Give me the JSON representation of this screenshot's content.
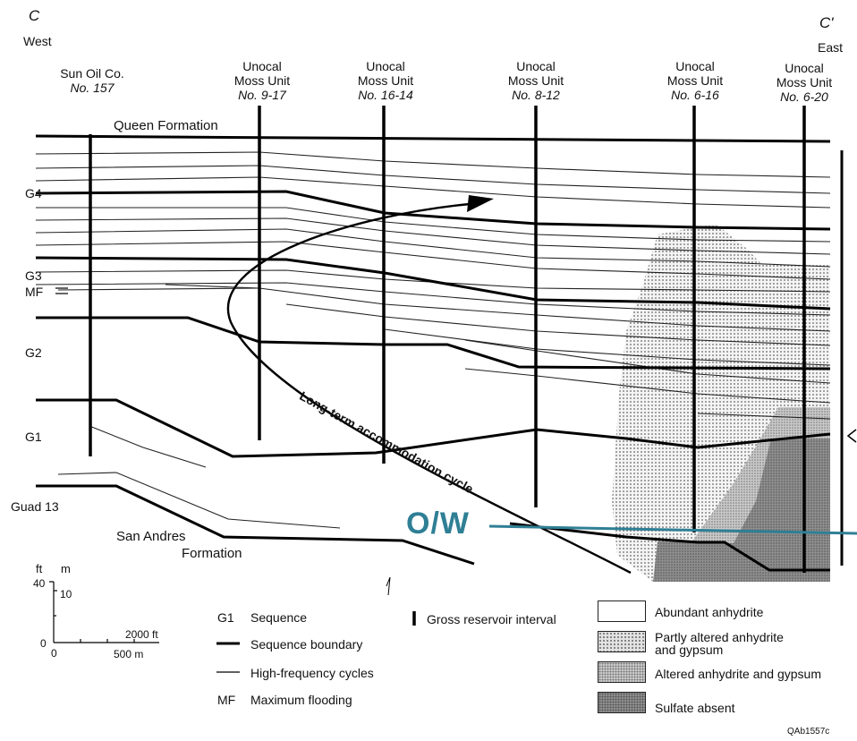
{
  "section": {
    "start_letter": "C",
    "start_dir": "West",
    "end_letter": "C'",
    "end_dir": "East"
  },
  "wells": [
    {
      "l1": "Sun Oil Co.",
      "l2": "No. 157",
      "l3": ""
    },
    {
      "l1": "Unocal",
      "l2": "Moss Unit",
      "l3": "No. 9-17"
    },
    {
      "l1": "Unocal",
      "l2": "Moss Unit",
      "l3": "No. 16-14"
    },
    {
      "l1": "Unocal",
      "l2": "Moss Unit",
      "l3": "No. 8-12"
    },
    {
      "l1": "Unocal",
      "l2": "Moss Unit",
      "l3": "No. 6-16"
    },
    {
      "l1": "Unocal",
      "l2": "Moss Unit",
      "l3": "No. 6-20"
    }
  ],
  "formations": {
    "top": "Queen Formation",
    "base_l1": "San Andres",
    "base_l2": "Formation"
  },
  "sequences": [
    "G4",
    "G3",
    "MF",
    "G2",
    "G1",
    "Guad 13"
  ],
  "cycle_label": "Long-term accommodation cycle",
  "ow_label": "O/W",
  "scale": {
    "ft": "ft",
    "m": "m",
    "v40": "40",
    "v10": "10",
    "v0": "0",
    "v0b": "0",
    "h_ft": "2000 ft",
    "h_m": "500 m"
  },
  "legend_symbols": [
    {
      "key": "G1",
      "text": "Sequence"
    },
    {
      "key": "",
      "text": "Sequence boundary"
    },
    {
      "key": "",
      "text": "High-frequency cycles"
    },
    {
      "key": "MF",
      "text": "Maximum flooding"
    }
  ],
  "legend_reservoir": "Gross reservoir interval",
  "legend_fills": [
    {
      "l1": "Abundant anhydrite",
      "l2": ""
    },
    {
      "l1": "Partly altered anhydrite",
      "l2": "and gypsum"
    },
    {
      "l1": "Altered anhydrite and gypsum",
      "l2": ""
    },
    {
      "l1": "Sulfate absent",
      "l2": ""
    }
  ],
  "credit": "QAb1557c",
  "colors": {
    "ow": "#2f7f95",
    "light_stipple": "#cfcfcf",
    "medium": "#b9b9b9",
    "dark": "#8a8a8a"
  }
}
